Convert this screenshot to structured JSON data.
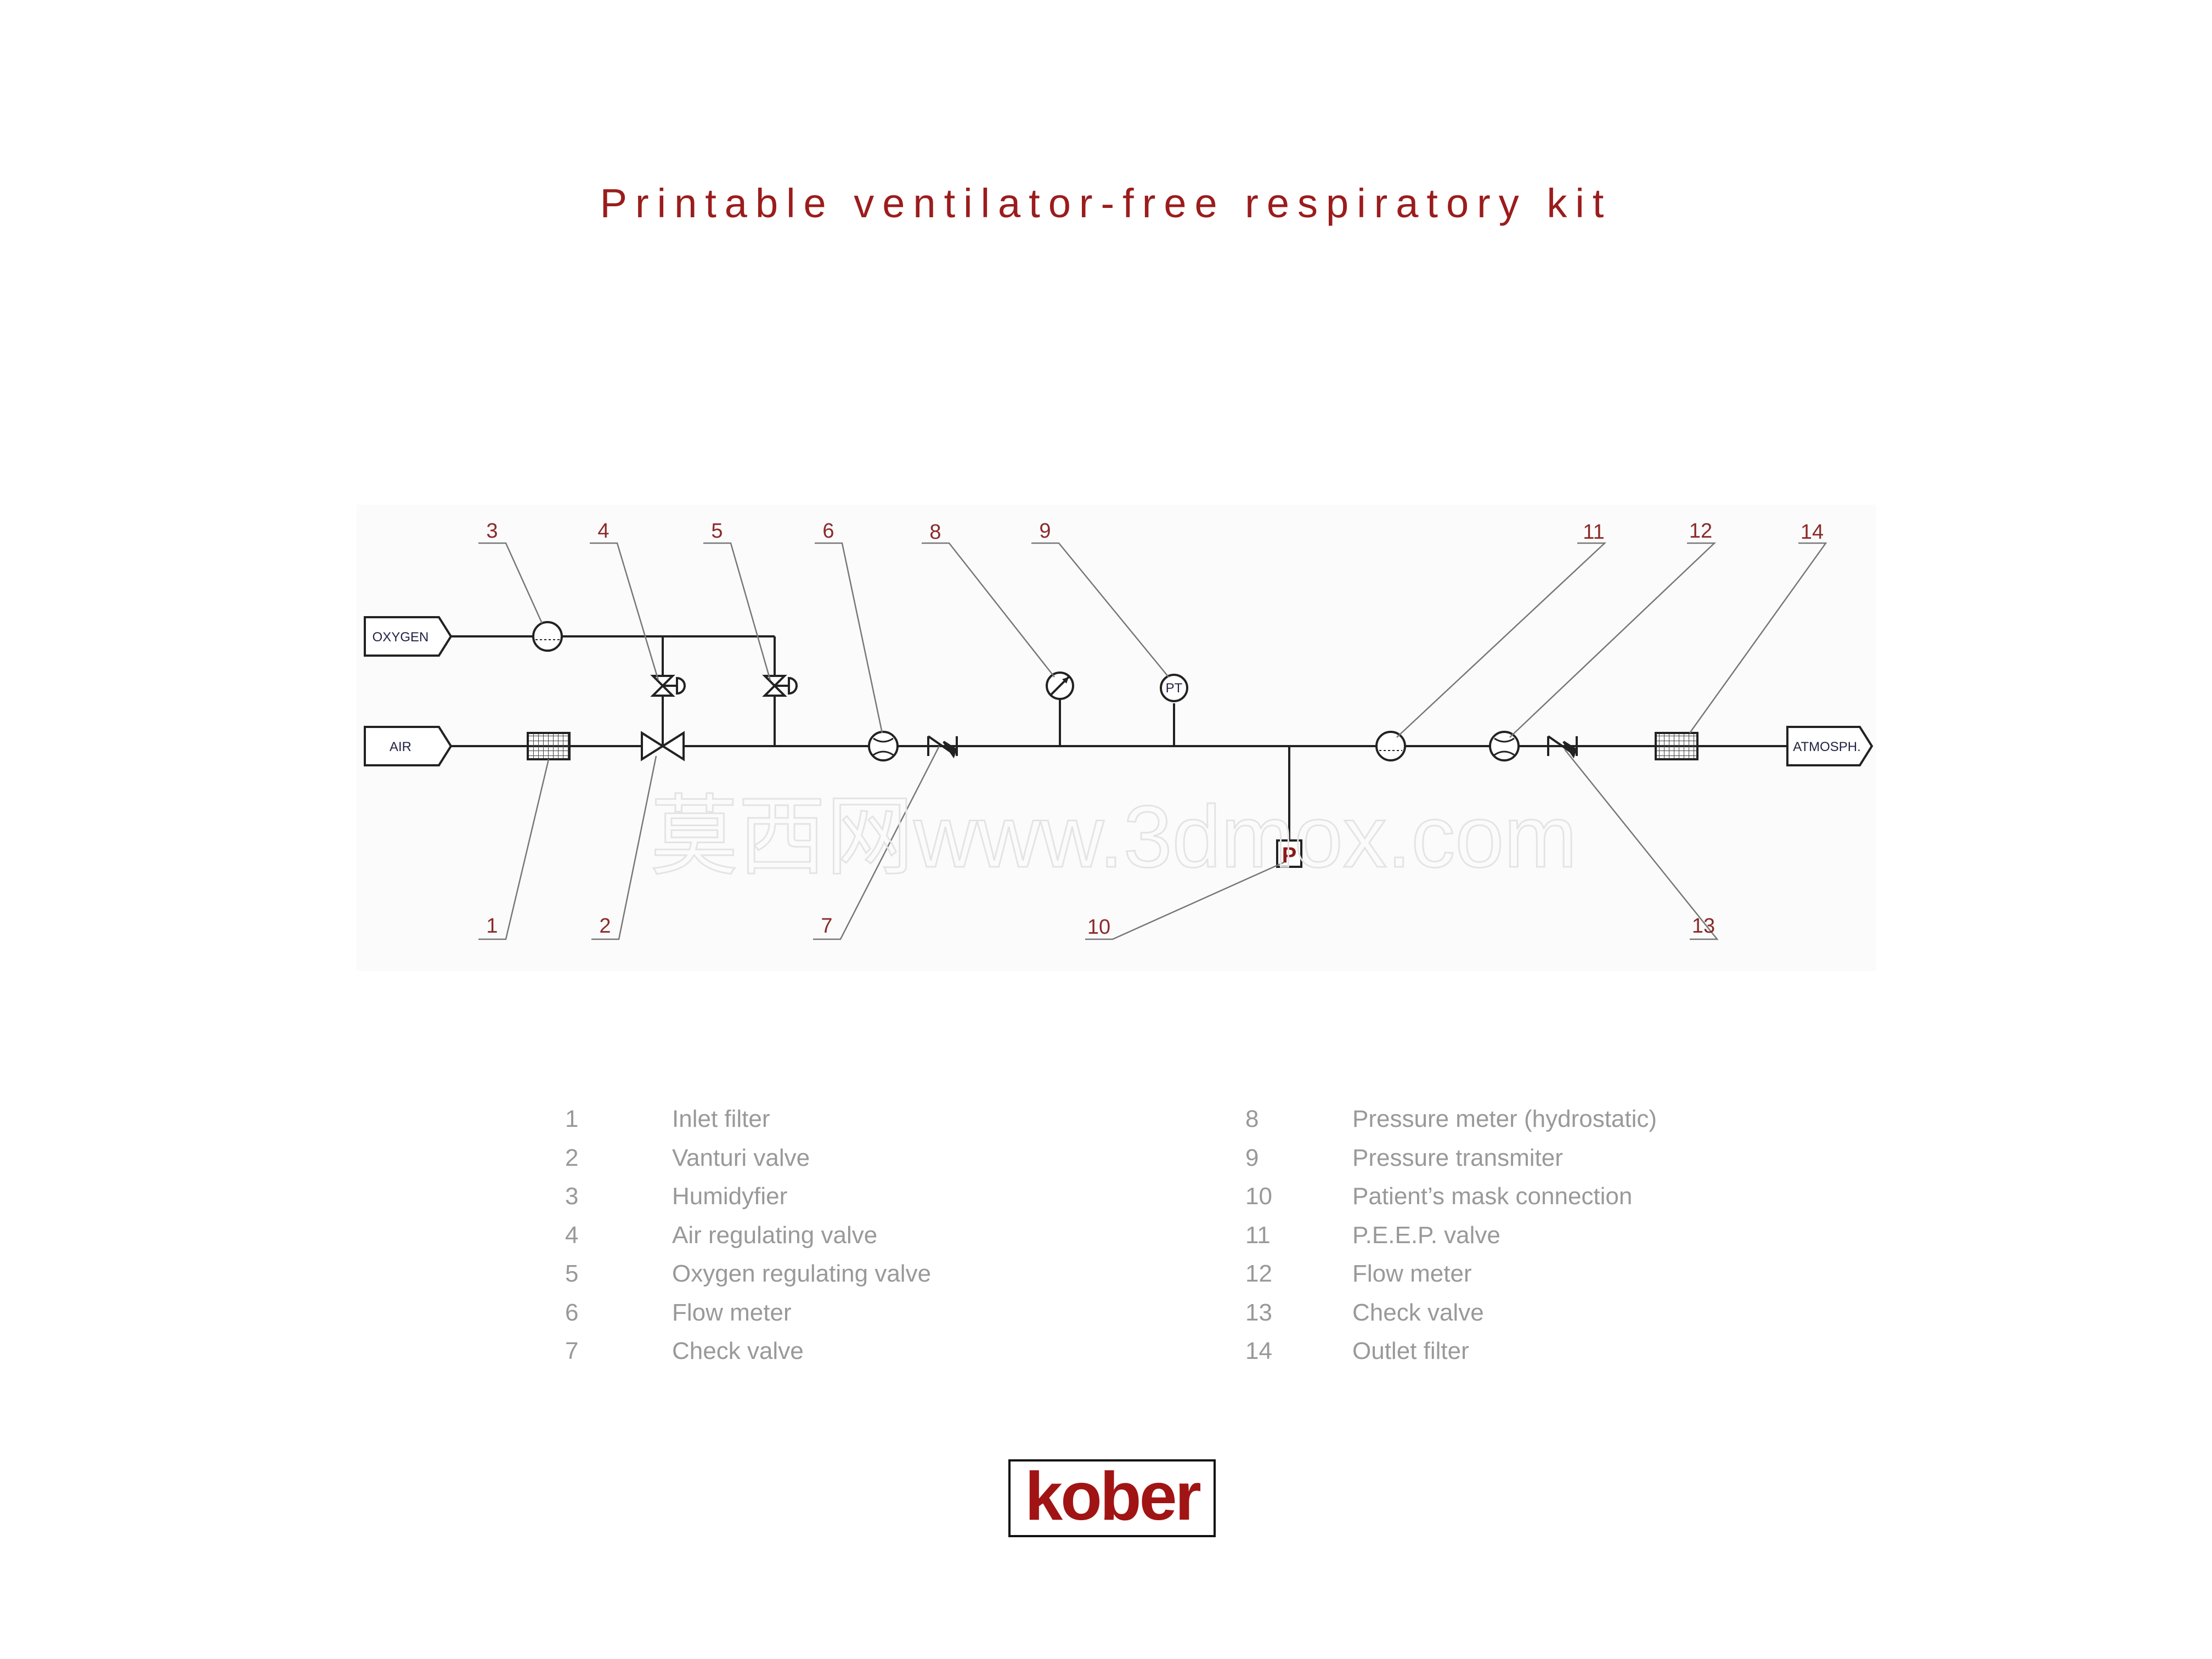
{
  "title": "Printable ventilator-free respiratory kit",
  "diagram": {
    "inputs": {
      "oxygen": "OXYGEN",
      "air": "AIR"
    },
    "output": "ATMOSPH.",
    "pressure_transmitter_tag": "PT",
    "mask_connection_tag": "P",
    "callouts": [
      "1",
      "2",
      "3",
      "4",
      "5",
      "6",
      "7",
      "8",
      "9",
      "10",
      "11",
      "12",
      "13",
      "14"
    ]
  },
  "legend": {
    "left": [
      {
        "num": "1",
        "label": "Inlet filter"
      },
      {
        "num": "2",
        "label": "Vanturi valve"
      },
      {
        "num": "3",
        "label": "Humidyfier"
      },
      {
        "num": "4",
        "label": "Air regulating valve"
      },
      {
        "num": "5",
        "label": "Oxygen regulating valve"
      },
      {
        "num": "6",
        "label": "Flow meter"
      },
      {
        "num": "7",
        "label": "Check valve"
      }
    ],
    "right": [
      {
        "num": "8",
        "label": "Pressure meter (hydrostatic)"
      },
      {
        "num": "9",
        "label": "Pressure transmiter"
      },
      {
        "num": "10",
        "label": "Patient’s mask connection"
      },
      {
        "num": "11",
        "label": "P.E.E.P. valve"
      },
      {
        "num": "12",
        "label": "Flow meter"
      },
      {
        "num": "13",
        "label": "Check valve"
      },
      {
        "num": "14",
        "label": "Outlet filter"
      }
    ]
  },
  "watermark": "莫西网www.3dmox.com",
  "logo": "kober",
  "colors": {
    "title": "#9b1c1c",
    "callout": "#8b2a2a",
    "legend_text": "#999999",
    "logo": "#a11414"
  }
}
